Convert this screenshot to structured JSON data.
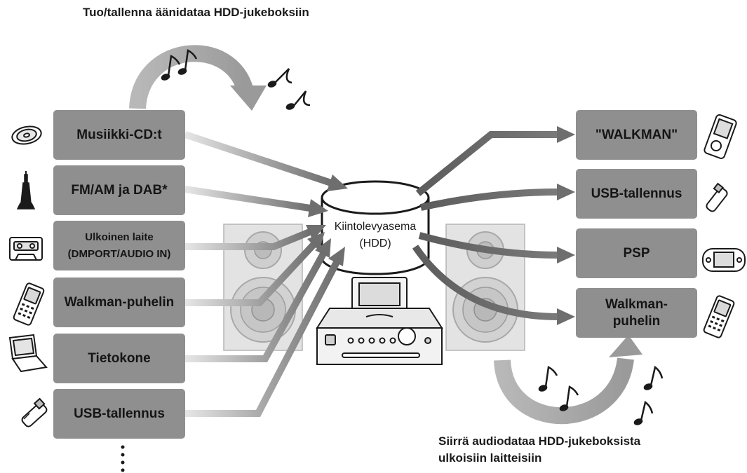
{
  "captions": {
    "import": "Tuo/tallenna äänidataa HDD-jukeboksiin",
    "transfer_line1": "Siirrä audiodataa HDD-jukeboksista",
    "transfer_line2": "ulkoisiin laitteisiin"
  },
  "hdd": {
    "label": "Kiintolevyasema",
    "abbr": "(HDD)"
  },
  "sources": [
    {
      "label": "Musiikki-CD:t",
      "icon": "cd-disc-icon"
    },
    {
      "label": "FM/AM ja DAB*",
      "icon": "radio-tower-icon"
    },
    {
      "label": "Ulkoinen laite",
      "label2": "(DMPORT/AUDIO IN)",
      "icon": "cassette-icon"
    },
    {
      "label": "Walkman-puhelin",
      "icon": "mobile-phone-icon"
    },
    {
      "label": "Tietokone",
      "icon": "laptop-icon"
    },
    {
      "label": "USB-tallennus",
      "icon": "usb-stick-icon"
    }
  ],
  "destinations": [
    {
      "label": "\"WALKMAN\"",
      "icon": "walkman-player-icon"
    },
    {
      "label": "USB-tallennus",
      "icon": "usb-stick-icon"
    },
    {
      "label": "PSP",
      "icon": "psp-handheld-icon"
    },
    {
      "label": "Walkman-",
      "label2": "puhelin",
      "icon": "mobile-phone-icon"
    }
  ],
  "colors": {
    "box_fill": "#8f8f8f",
    "arrow_gray": "#808080",
    "speaker_fill": "#e3e3e3"
  }
}
